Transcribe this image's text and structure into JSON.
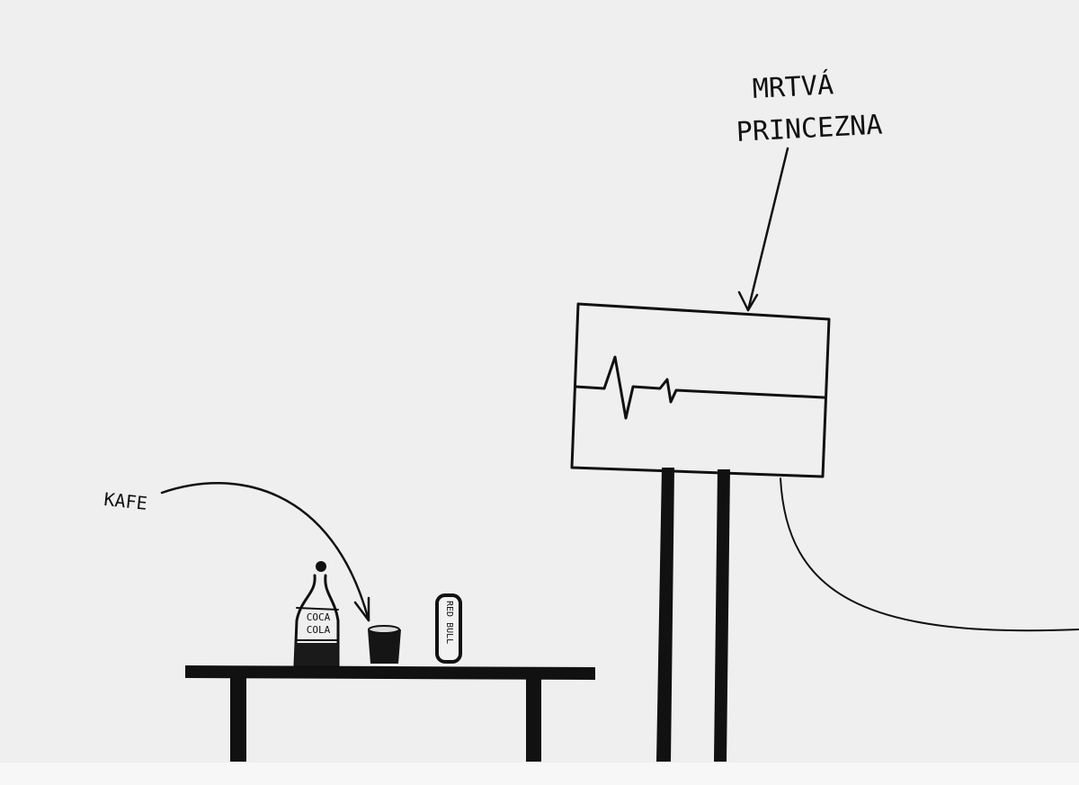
{
  "labels": {
    "kafe": "KAFE",
    "mrtva": "MRTVÁ",
    "princezna": "PRINCEZNA",
    "bottle_line1": "COCA",
    "bottle_line2": "COLA",
    "can": "RED BULL"
  },
  "colors": {
    "paper": "#efefef",
    "ink": "#111111"
  }
}
